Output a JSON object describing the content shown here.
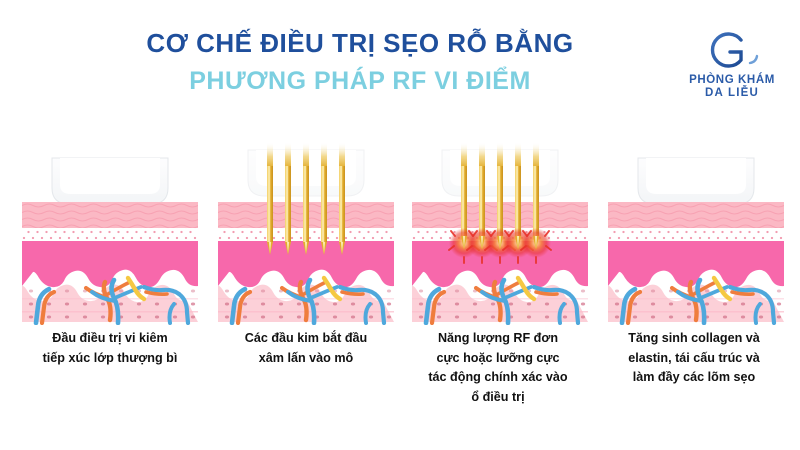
{
  "header": {
    "title_line1": "CƠ CHẾ ĐIỀU TRỊ SẸO RỖ BẰNG",
    "title_line2": "PHƯƠNG PHÁP RF VI ĐIỂM",
    "title_color_1": "#1f4f9c",
    "title_color_2": "#7ccfe0"
  },
  "logo": {
    "monogram": "LG",
    "line1": "PHÒNG KHÁM",
    "line2": "DA LIỄU",
    "color": "#2b5ba8"
  },
  "steps": [
    {
      "index": 1,
      "caption": "Đầu điều trị vi kiêm tiếp xúc lớp thượng bì",
      "caption_lines": [
        "Đầu điều trị vi kiêm",
        "tiếp xúc lớp thượng bì"
      ],
      "needles": 0,
      "needle_state": "none",
      "rf_energy": false,
      "device_head": true
    },
    {
      "index": 2,
      "caption": "Các đầu kim bắt đầu xâm lấn vào mô",
      "caption_lines": [
        "Các đầu kim bắt đầu",
        "xâm lấn vào mô"
      ],
      "needles": 5,
      "needle_state": "inserted-shallow",
      "rf_energy": false,
      "device_head": true
    },
    {
      "index": 3,
      "caption": "Năng lượng RF đơn cực hoặc lưỡng cực tác động chính xác vào ổ điều trị",
      "caption_lines": [
        "Năng lượng RF đơn",
        "cực hoặc lưỡng cực",
        "tác động chính xác vào",
        "ổ điều trị"
      ],
      "needles": 5,
      "needle_state": "inserted-deep",
      "rf_energy": true,
      "device_head": true
    },
    {
      "index": 4,
      "caption": "Tăng sinh collagen và elastin, tái cấu trúc và làm đầy các lõm sẹo",
      "caption_lines": [
        "Tăng sinh collagen và",
        "elastin, tái cấu trúc và",
        "làm đầy các lõm sẹo"
      ],
      "needles": 0,
      "needle_state": "withdrawn",
      "rf_energy": false,
      "device_head": true
    }
  ],
  "skin_layers": {
    "epidermis_color": "#fbb8c4",
    "basement_color": "#ffffff",
    "dermis_color": "#f768ab",
    "hypodermis_color": "#fcd0d8",
    "vessel_blue": "#4fa8dc",
    "vessel_orange": "#ef7d3e",
    "nerve_yellow": "#f5c842",
    "needle_gold": "#e8b93a",
    "rf_glow": "#e8322a",
    "device_white": "#ffffff",
    "device_edge": "#e4e7eb"
  },
  "background": "#ffffff"
}
